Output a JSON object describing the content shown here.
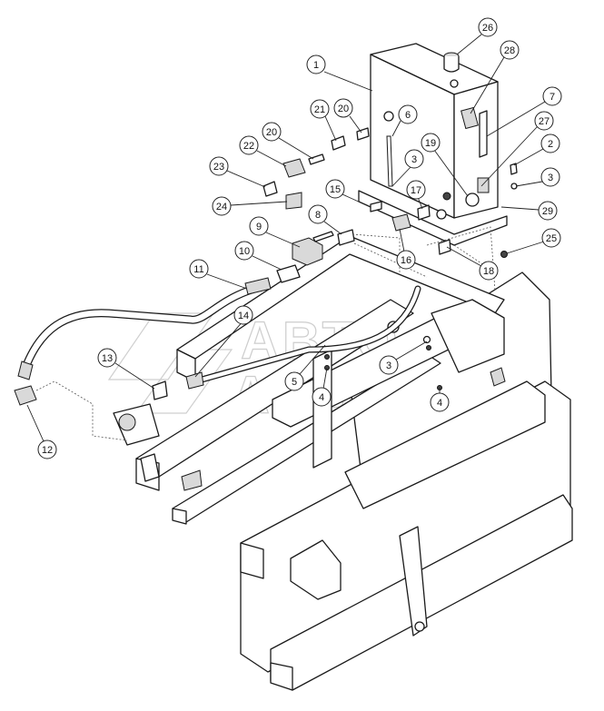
{
  "watermark": {
    "line1": "АВТО",
    "line2": "АЛЬЯНС"
  },
  "callouts": [
    {
      "id": "c1",
      "label": "1"
    },
    {
      "id": "c2",
      "label": "2"
    },
    {
      "id": "c3a",
      "label": "3"
    },
    {
      "id": "c3b",
      "label": "3"
    },
    {
      "id": "c3c",
      "label": "3"
    },
    {
      "id": "c4a",
      "label": "4"
    },
    {
      "id": "c4b",
      "label": "4"
    },
    {
      "id": "c5",
      "label": "5"
    },
    {
      "id": "c6",
      "label": "6"
    },
    {
      "id": "c7",
      "label": "7"
    },
    {
      "id": "c8",
      "label": "8"
    },
    {
      "id": "c9",
      "label": "9"
    },
    {
      "id": "c10",
      "label": "10"
    },
    {
      "id": "c11",
      "label": "11"
    },
    {
      "id": "c12",
      "label": "12"
    },
    {
      "id": "c13",
      "label": "13"
    },
    {
      "id": "c14",
      "label": "14"
    },
    {
      "id": "c15",
      "label": "15"
    },
    {
      "id": "c16",
      "label": "16"
    },
    {
      "id": "c17",
      "label": "17"
    },
    {
      "id": "c18",
      "label": "18"
    },
    {
      "id": "c19",
      "label": "19"
    },
    {
      "id": "c20a",
      "label": "20"
    },
    {
      "id": "c20b",
      "label": "20"
    },
    {
      "id": "c21",
      "label": "21"
    },
    {
      "id": "c22",
      "label": "22"
    },
    {
      "id": "c23",
      "label": "23"
    },
    {
      "id": "c24",
      "label": "24"
    },
    {
      "id": "c25",
      "label": "25"
    },
    {
      "id": "c26",
      "label": "26"
    },
    {
      "id": "c27",
      "label": "27"
    },
    {
      "id": "c28",
      "label": "28"
    },
    {
      "id": "c29",
      "label": "29"
    }
  ]
}
